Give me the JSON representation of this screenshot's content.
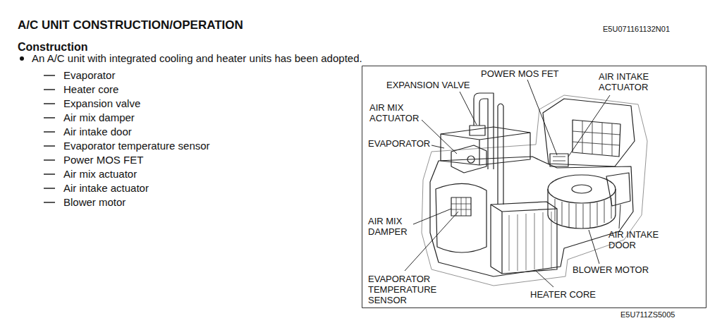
{
  "diagram": {
    "title": "A/C UNIT CONSTRUCTION/OPERATION",
    "labels": [
      "E5U071161132N01",
      "Construction",
      "An A/C unit with integrated cooling and heater units has been adopted.",
      "Evaporator",
      "Heater core",
      "Expansion valve",
      "Air mix damper",
      "Air intake door",
      "Evaporator temperature sensor",
      "Power MOS FET",
      "Air mix actuator",
      "Air intake actuator",
      "Blower motor",
      "POWER MOS FET",
      "AIR INTAKE ACTUATOR",
      "EXPANSION VALVE",
      "AIR MIX ACTUATOR",
      "EVAPORATOR",
      "AIR MIX DAMPER",
      "AIR INTAKE DOOR",
      "BLOWER MOTOR",
      "EVAPORATOR TEMPERATURE SENSOR",
      "HEATER CORE",
      "E5U711ZS5005"
    ]
  }
}
